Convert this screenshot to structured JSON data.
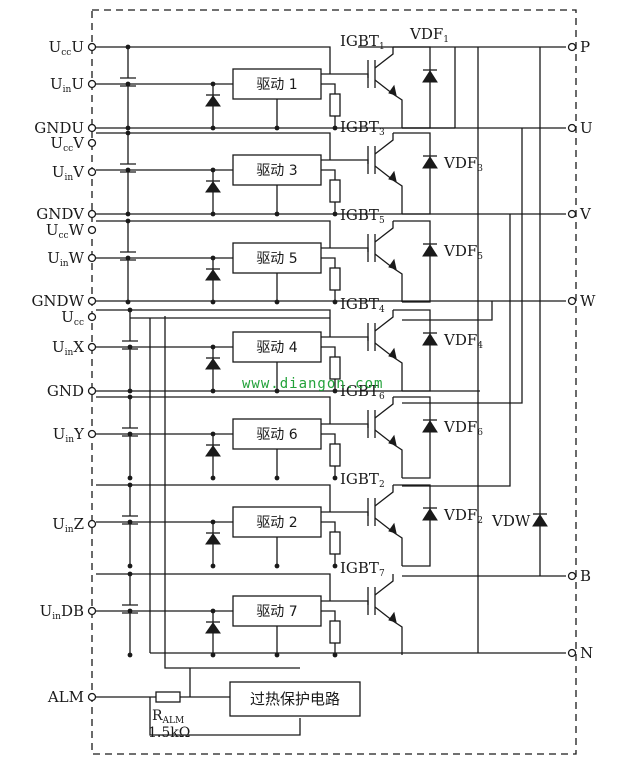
{
  "left_pins": [
    {
      "id": "ucc-u",
      "main": "U",
      "sub": "cc",
      "suffix": "U"
    },
    {
      "id": "uin-u",
      "main": "U",
      "sub": "in",
      "suffix": "U"
    },
    {
      "id": "gndu",
      "main": "GNDU",
      "sub": "",
      "suffix": ""
    },
    {
      "id": "ucc-v",
      "main": "U",
      "sub": "cc",
      "suffix": "V"
    },
    {
      "id": "uin-v",
      "main": "U",
      "sub": "in",
      "suffix": "V"
    },
    {
      "id": "gndv",
      "main": "GNDV",
      "sub": "",
      "suffix": ""
    },
    {
      "id": "ucc-w",
      "main": "U",
      "sub": "cc",
      "suffix": "W"
    },
    {
      "id": "uin-w",
      "main": "U",
      "sub": "in",
      "suffix": "W"
    },
    {
      "id": "gndw",
      "main": "GNDW",
      "sub": "",
      "suffix": ""
    },
    {
      "id": "ucc",
      "main": "U",
      "sub": "cc",
      "suffix": ""
    },
    {
      "id": "uin-x",
      "main": "U",
      "sub": "in",
      "suffix": "X"
    },
    {
      "id": "gnd",
      "main": "GND",
      "sub": "",
      "suffix": ""
    },
    {
      "id": "uin-y",
      "main": "U",
      "sub": "in",
      "suffix": "Y"
    },
    {
      "id": "uin-z",
      "main": "U",
      "sub": "in",
      "suffix": "Z"
    },
    {
      "id": "uin-db",
      "main": "U",
      "sub": "in",
      "suffix": "DB"
    },
    {
      "id": "alm",
      "main": "ALM",
      "sub": "",
      "suffix": ""
    }
  ],
  "right_pins": [
    "P",
    "U",
    "V",
    "W",
    "B",
    "N"
  ],
  "drivers": [
    {
      "id": "1",
      "label": "驱动 1"
    },
    {
      "id": "3",
      "label": "驱动 3"
    },
    {
      "id": "5",
      "label": "驱动 5"
    },
    {
      "id": "4",
      "label": "驱动 4"
    },
    {
      "id": "6",
      "label": "驱动 6"
    },
    {
      "id": "2",
      "label": "驱动 2"
    },
    {
      "id": "7",
      "label": "驱动 7"
    }
  ],
  "igbts": [
    {
      "id": "1",
      "main": "IGBT",
      "sub": "1"
    },
    {
      "id": "3",
      "main": "IGBT",
      "sub": "3"
    },
    {
      "id": "5",
      "main": "IGBT",
      "sub": "5"
    },
    {
      "id": "4",
      "main": "IGBT",
      "sub": "4"
    },
    {
      "id": "6",
      "main": "IGBT",
      "sub": "6"
    },
    {
      "id": "2",
      "main": "IGBT",
      "sub": "2"
    },
    {
      "id": "7",
      "main": "IGBT",
      "sub": "7"
    }
  ],
  "freewheel_diodes": [
    {
      "id": "1",
      "main": "VDF",
      "sub": "1"
    },
    {
      "id": "3",
      "main": "VDF",
      "sub": "3"
    },
    {
      "id": "5",
      "main": "VDF",
      "sub": "5"
    },
    {
      "id": "4",
      "main": "VDF",
      "sub": "4"
    },
    {
      "id": "6",
      "main": "VDF",
      "sub": "6"
    },
    {
      "id": "2",
      "main": "VDF",
      "sub": "2"
    }
  ],
  "vdw_label": "VDW",
  "resistor": {
    "name_main": "R",
    "name_sub": "ALM",
    "value": "1.5kΩ"
  },
  "protection_label": "过热保护电路",
  "watermark": "www.diangon.com"
}
